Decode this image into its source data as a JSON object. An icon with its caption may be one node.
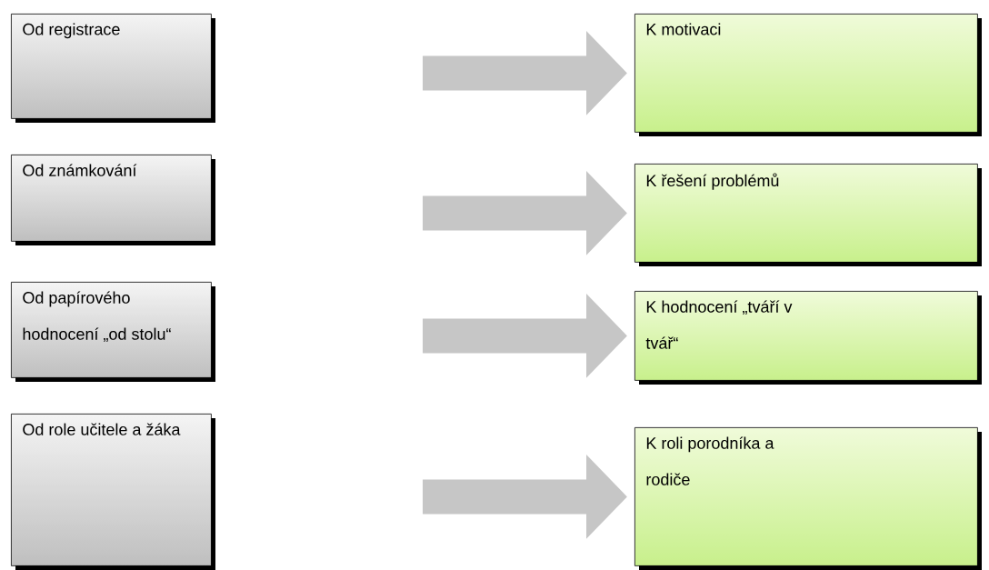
{
  "diagram": {
    "nodes": [
      {
        "text": [
          "Od registrace"
        ]
      },
      {
        "text": [
          "K motivaci"
        ]
      },
      {
        "text": [
          "Od známkování"
        ]
      },
      {
        "text": [
          "K řešení problémů"
        ]
      },
      {
        "text": [
          "Od papírového hodnocení „od stolu“"
        ]
      },
      {
        "text": [
          "K hodnocení „tváří v tvář“"
        ]
      },
      {
        "text": [
          "Od role učitele a žáka"
        ]
      },
      {
        "text": [
          "K roli porodníka a rodiče"
        ]
      }
    ],
    "edges": [
      {
        "from": null,
        "to": 1,
        "arrow": "to"
      },
      {
        "from": null,
        "to": 3,
        "arrow": "to"
      },
      {
        "from": null,
        "to": 5,
        "arrow": "to"
      },
      {
        "from": null,
        "to": 7,
        "arrow": "to"
      }
    ]
  }
}
